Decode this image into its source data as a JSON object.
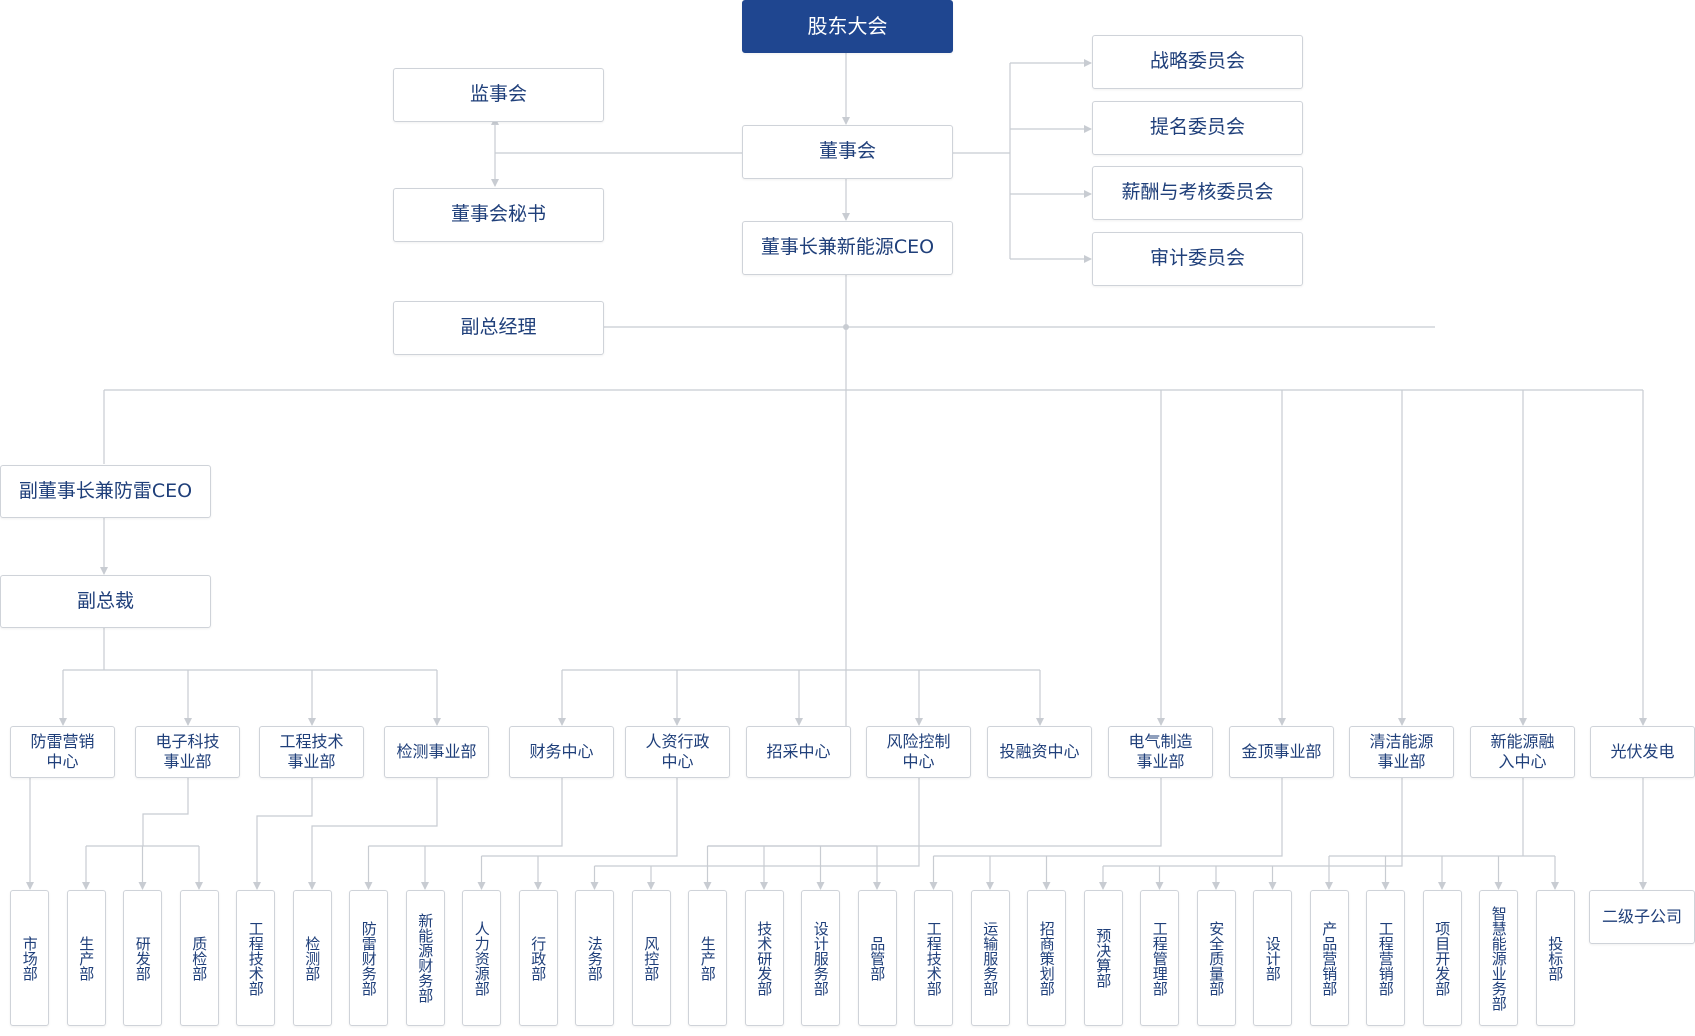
{
  "colors": {
    "root_fill": "#1f4690",
    "text": "#1f3f7a",
    "border": "#cfd3d9",
    "line": "#c8ccd2"
  },
  "nodes": {
    "gudong": "股东大会",
    "jianshihui": "监事会",
    "dongshihui": "董事会",
    "mishu": "董事会秘书",
    "ceo": "董事长兼新能源CEO",
    "fuzong": "副总经理",
    "zhanlue": "战略委员会",
    "timing": "提名委员会",
    "xinchou": "薪酬与考核委员会",
    "shenji": "审计委员会",
    "fangleiceo": "副董事长兼防雷CEO",
    "fuzongcai": "副总裁"
  },
  "row1": [
    "防雷营销\n中心",
    "电子科技\n事业部",
    "工程技术\n事业部",
    "检测事业部",
    "财务中心",
    "人资行政\n中心",
    "招采中心",
    "风险控制\n中心",
    "投融资中心",
    "电气制造\n事业部",
    "金顶事业部",
    "清洁能源\n事业部",
    "新能源融\n入中心",
    "光伏发电"
  ],
  "row2": [
    "市场部",
    "生产部",
    "研发部",
    "质检部",
    "工程技术部",
    "检测部",
    "防雷财务部",
    "新能源财务部",
    "人力资源部",
    "行政部",
    "法务部",
    "风控部",
    "生产部",
    "技术研发部",
    "设计服务部",
    "品管部",
    "工程技术部",
    "运输服务部",
    "招商策划部",
    "预决算部",
    "工程管理部",
    "安全质量部",
    "设计部",
    "产品营销部",
    "工程营销部",
    "项目开发部",
    "智慧能源业务部",
    "投标部"
  ],
  "subsidiary": "二级子公司"
}
